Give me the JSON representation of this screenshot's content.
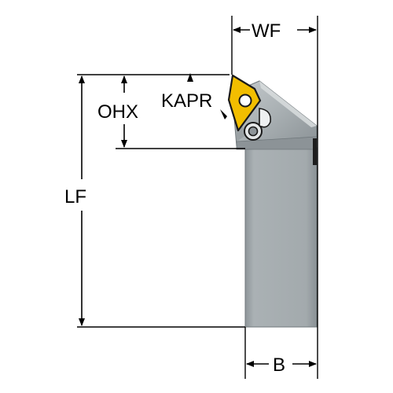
{
  "labels": {
    "wf": "WF",
    "ohx": "OHX",
    "kapr": "KAPR",
    "lf": "LF",
    "b": "B"
  },
  "colors": {
    "insert": "#F2BE00",
    "insert_outline": "#1a1a1a",
    "shank_face": "#A5ACAF",
    "shank_highlight": "#CDD2D4",
    "shank_shadow": "#7E8589",
    "dimension": "#000000"
  }
}
